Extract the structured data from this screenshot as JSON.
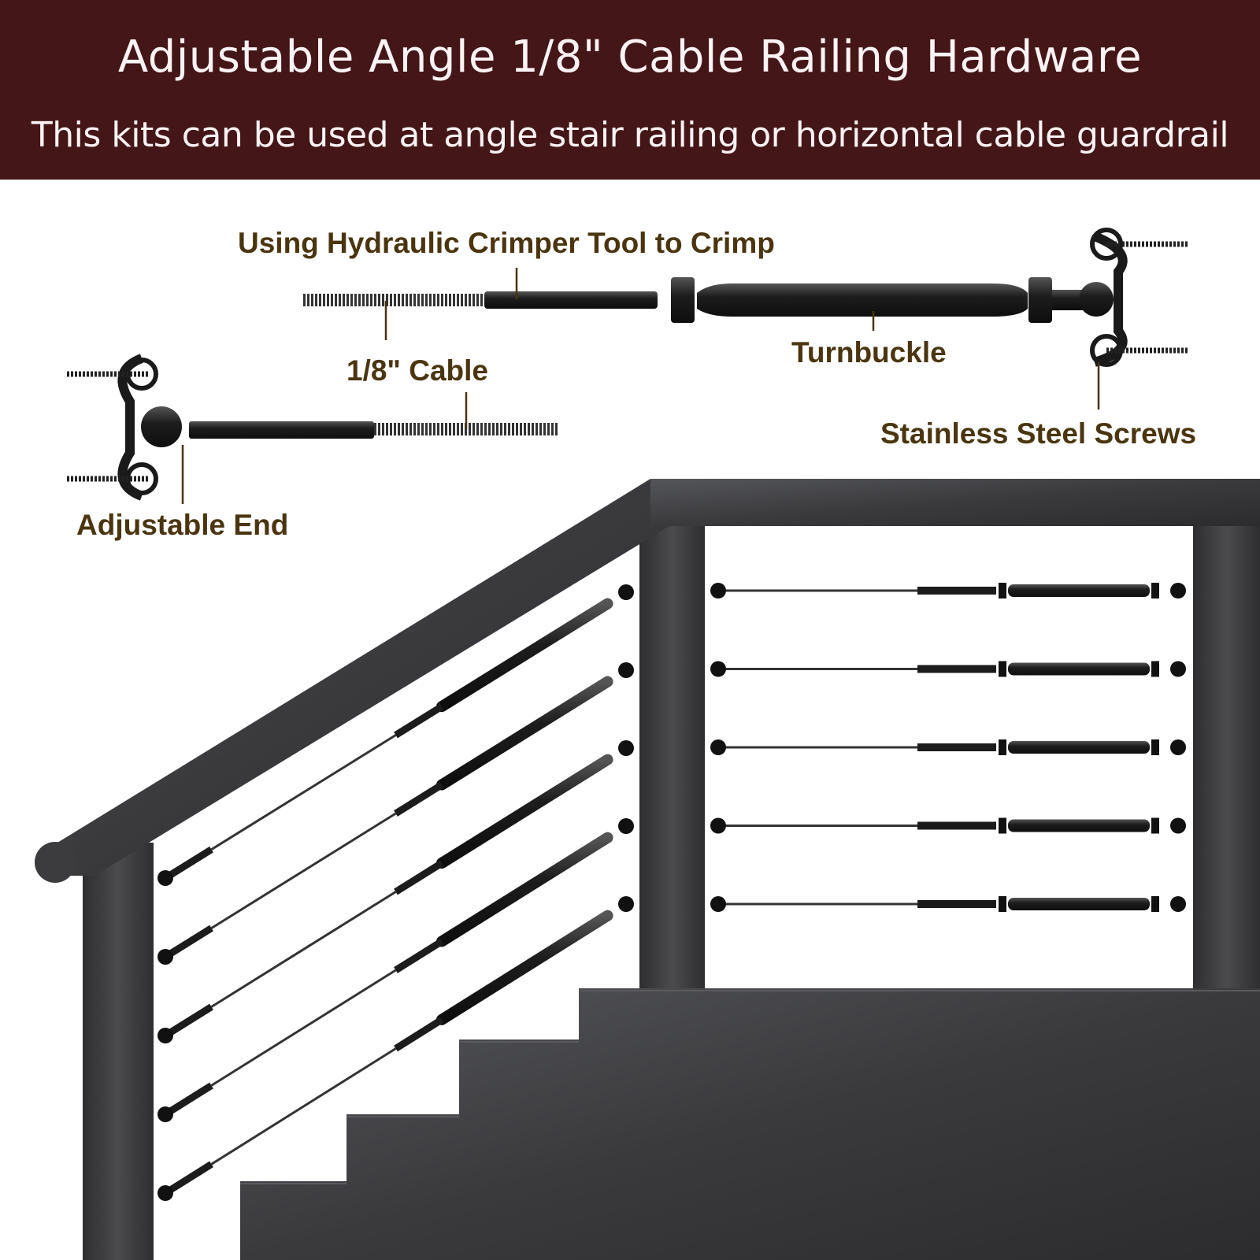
{
  "header": {
    "title": "Adjustable Angle 1/8\" Cable Railing Hardware",
    "subtitle": "This kits can be used at angle stair railing or horizontal cable guardrail"
  },
  "labels": {
    "crimp": "Using Hydraulic Crimper Tool to Crimp",
    "cable": "1/8\" Cable",
    "turnbuckle": "Turnbuckle",
    "screws": "Stainless Steel Screws",
    "adjustable_end": "Adjustable End"
  },
  "colors": {
    "header_bg": "#441618",
    "header_text": "#fbf3f3",
    "label_text": "#4a3510",
    "wood": "#3c3c3e",
    "hardware": "#1c1c1c"
  },
  "railing": {
    "stair_cable_count": 5,
    "horizontal_cable_count": 5
  }
}
